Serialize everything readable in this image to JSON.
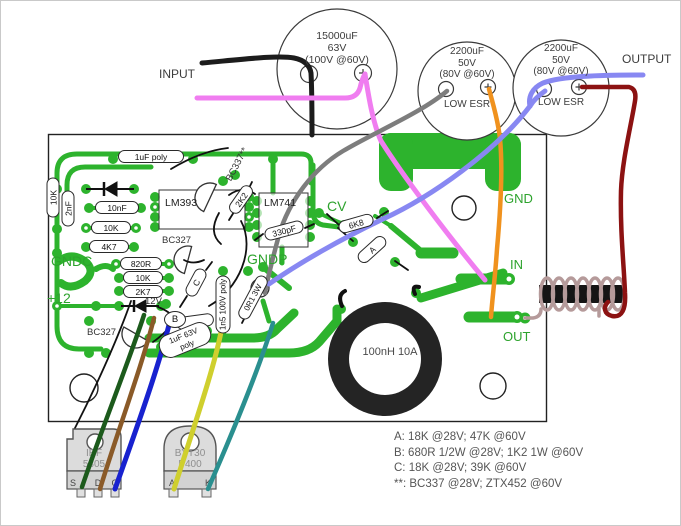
{
  "io": {
    "input": "INPUT",
    "output": "OUTPUT"
  },
  "capacitors": {
    "c1": {
      "value": "15000uF",
      "voltage": "63V",
      "alt": "(100V @60V)"
    },
    "c2": {
      "value": "2200uF",
      "voltage": "50V",
      "alt": "(80V @60V)",
      "esr": "LOW ESR"
    },
    "c3": {
      "value": "2200uF",
      "voltage": "50V",
      "alt": "(80V @60V)",
      "esr": "LOW ESR"
    }
  },
  "pcb": {
    "components": {
      "cap_1uf_poly": "1uF poly",
      "res_10k_vert": "10K",
      "cap_2nf": "2nF",
      "cap_10nf": "10nF",
      "ic_lm393": "LM393",
      "ic_lm741": "LM741",
      "q_bc337": "BC337**",
      "res_2k2": "2K2",
      "res_10k_1": "10K",
      "res_4k7": "4K7",
      "res_820r": "820R",
      "res_10k_2": "10K",
      "res_2k7": "2K7",
      "q_bc327_1": "BC327",
      "q_bc327_2": "BC327",
      "zener_12v": "12V",
      "res_c": "C",
      "res_b": "B",
      "res_a": "A",
      "res_6k8": "6K8",
      "cap_330pf": "330pF",
      "cap_1n5": "1n5 100V poly",
      "cap_1uf63_l1": "1uF 63V",
      "cap_1uf63_l2": "poly",
      "res_0r1": "0R1 3W",
      "toroid": "100nH 10A"
    },
    "nets": {
      "gndc": "GNDC",
      "gndp": "GNDP",
      "plus12": "+12",
      "cv": "CV",
      "gnd": "GND",
      "in": "IN",
      "out": "OUT"
    }
  },
  "packages": {
    "mosfet": {
      "line1": "IRF",
      "line2": "5305",
      "pin1": "S",
      "pin2": "D",
      "pin3": "G"
    },
    "rectifier": {
      "line1": "BYT30",
      "line2": "P400",
      "pin1": "A",
      "pin2": "K"
    }
  },
  "notes": {
    "a": "A: 18K @28V; 47K @60V",
    "b": "B: 680R 1/2W @28V; 1K2 1W @60V",
    "c": "C: 18K @28V; 39K @60V",
    "d": "**: BC337 @28V; ZTX452 @60V"
  },
  "colors": {
    "trace_green": "#2db32d",
    "text_green": "#2da32d",
    "wire_black": "#1c1c1c",
    "wire_pink": "#f07df0",
    "wire_gray": "#7d7d7d",
    "wire_orange": "#f0921e",
    "wire_blue_violet": "#8888f2",
    "wire_dark_red": "#8c1212",
    "wire_dark_green": "#1c5a1c",
    "wire_brown": "#8a5a28",
    "wire_blue": "#1822cf",
    "wire_yellow": "#cfcf2e",
    "wire_teal": "#2a8f8f",
    "coil_copper": "#b59a9a"
  }
}
